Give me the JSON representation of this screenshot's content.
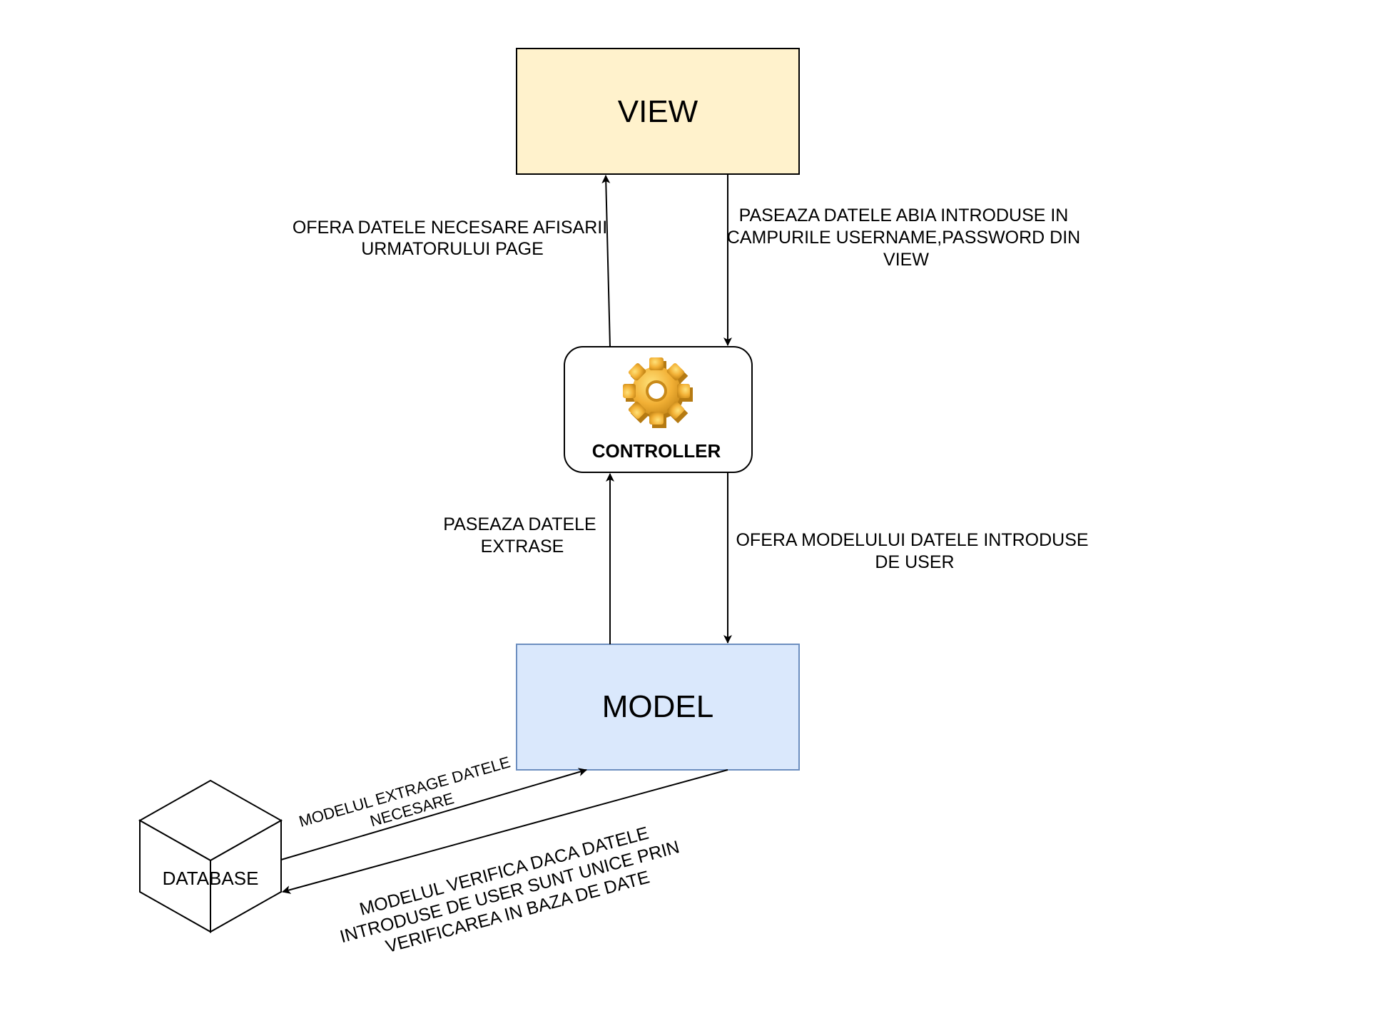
{
  "colors": {
    "view_fill": "#FFF2CC",
    "model_fill": "#DAE8FC",
    "model_stroke": "#6C8EBF",
    "controller_fill": "#FFFFFF",
    "line": "#000000",
    "gear_primary": "#F2B035",
    "gear_shadow": "#C98A1A"
  },
  "nodes": {
    "view": {
      "label": "VIEW"
    },
    "controller": {
      "label": "CONTROLLER",
      "icon": "gear-icon"
    },
    "model": {
      "label": "MODEL"
    },
    "database": {
      "label": "DATABASE",
      "icon": "cube-icon"
    }
  },
  "edges": {
    "controller_to_view": {
      "lines": [
        "OFERA DATELE NECESARE AFISARII",
        "URMATORULUI PAGE"
      ]
    },
    "view_to_controller": {
      "lines": [
        "PASEAZA DATELE ABIA INTRODUSE IN",
        "CAMPURILE USERNAME,PASSWORD DIN",
        "VIEW"
      ]
    },
    "model_to_controller": {
      "lines": [
        "PASEAZA DATELE",
        "EXTRASE"
      ]
    },
    "controller_to_model": {
      "lines": [
        "OFERA  MODELULUI DATELE INTRODUSE",
        "DE USER"
      ]
    },
    "database_to_model": {
      "lines": [
        "MODELUL EXTRAGE DATELE",
        "NECESARE"
      ]
    },
    "model_to_database": {
      "lines": [
        "MODELUL VERIFICA DACA DATELE",
        "INTRODUSE DE USER SUNT UNICE PRIN",
        "VERIFICAREA IN BAZA DE DATE"
      ]
    }
  }
}
